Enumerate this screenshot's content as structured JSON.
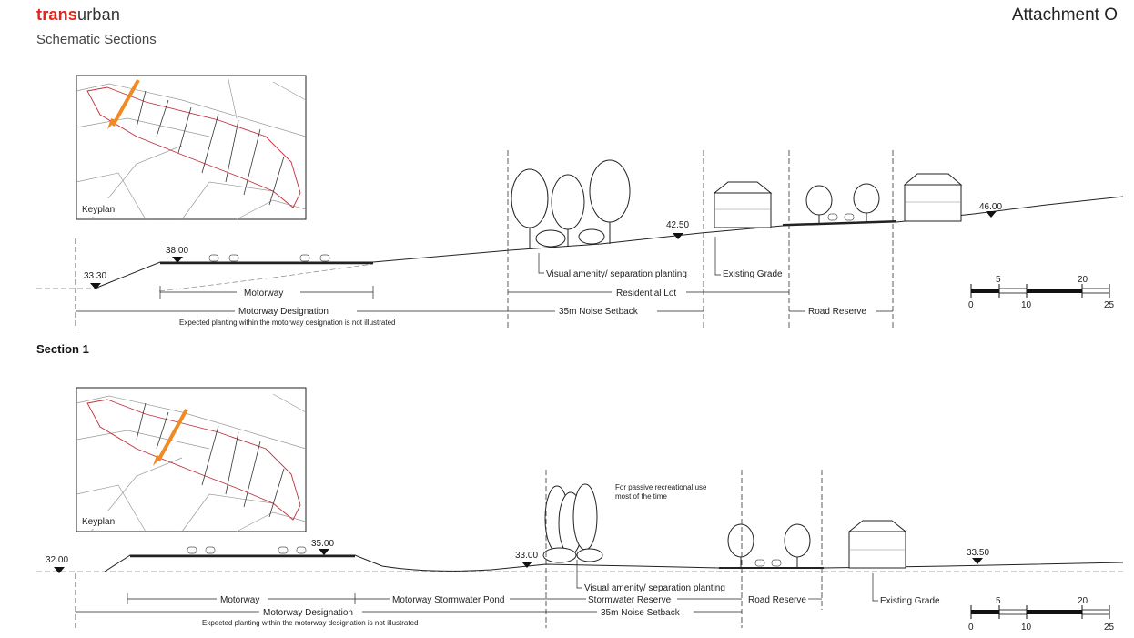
{
  "header": {
    "brand_part1": "trans",
    "brand_part2": "urban",
    "subtitle": "Schematic Sections",
    "attachment": "Attachment O"
  },
  "colors": {
    "brand_red": "#e1251b",
    "keyplan_arrow": "#f08a24",
    "boundary": "#c0303a"
  },
  "section1": {
    "keyplan_label": "Keyplan",
    "elevations": {
      "e1": "33.30",
      "e2": "38.00",
      "e3": "42.50",
      "e4": "46.00"
    },
    "labels": {
      "visual": "Visual amenity/ separation planting",
      "existing_grade": "Existing Grade",
      "motorway": "Motorway",
      "residential_lot": "Residential Lot",
      "motorway_designation": "Motorway Designation",
      "noise_setback": "35m Noise Setback",
      "road_reserve": "Road Reserve",
      "note": "Expected planting within the motorway designation is not illustrated"
    },
    "scale": {
      "t1": "5",
      "t2": "20",
      "t3": "0",
      "t4": "10",
      "t5": "25"
    }
  },
  "section1_title": "Section 1",
  "section2": {
    "keyplan_label": "Keyplan",
    "elevations": {
      "e1": "32.00",
      "e2": "35.00",
      "e3": "33.00",
      "e4": "33.50"
    },
    "labels": {
      "recreational_line1": "For passive recreational use",
      "recreational_line2": "most of the time",
      "visual": "Visual amenity/ separation planting",
      "motorway": "Motorway",
      "stormwater_pond": "Motorway Stormwater Pond",
      "stormwater_reserve": "Stormwater Reserve",
      "road_reserve": "Road Reserve",
      "existing_grade": "Existing Grade",
      "motorway_designation": "Motorway Designation",
      "noise_setback": "35m Noise Setback",
      "note": "Expected planting within the motorway designation is not illustrated"
    },
    "scale": {
      "t1": "5",
      "t2": "20",
      "t3": "0",
      "t4": "10",
      "t5": "25"
    }
  }
}
